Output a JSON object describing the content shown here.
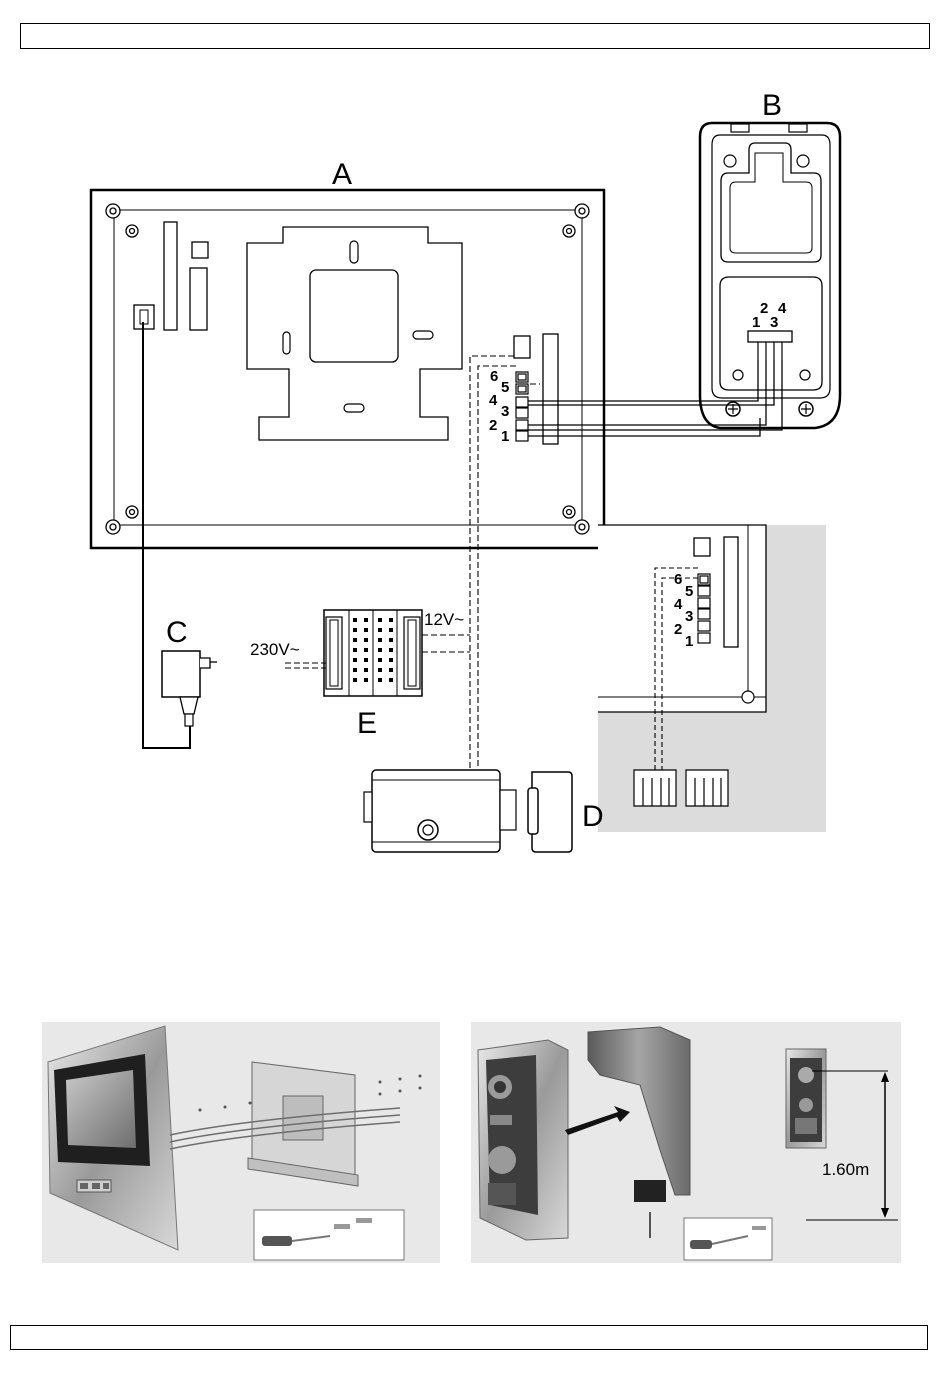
{
  "labels": {
    "monitor": "A",
    "doorstation": "B",
    "adapter": "C",
    "lock": "D",
    "transformer": "E",
    "v12": "12V~",
    "v230": "230V~",
    "height": "1.60m"
  },
  "monitor_terminals": [
    "6",
    "5",
    "4",
    "3",
    "2",
    "1"
  ],
  "doorstation_terminals": [
    "2",
    "4",
    "1",
    "3"
  ],
  "detail_terminals": [
    "6",
    "5",
    "4",
    "3",
    "2",
    "1"
  ]
}
